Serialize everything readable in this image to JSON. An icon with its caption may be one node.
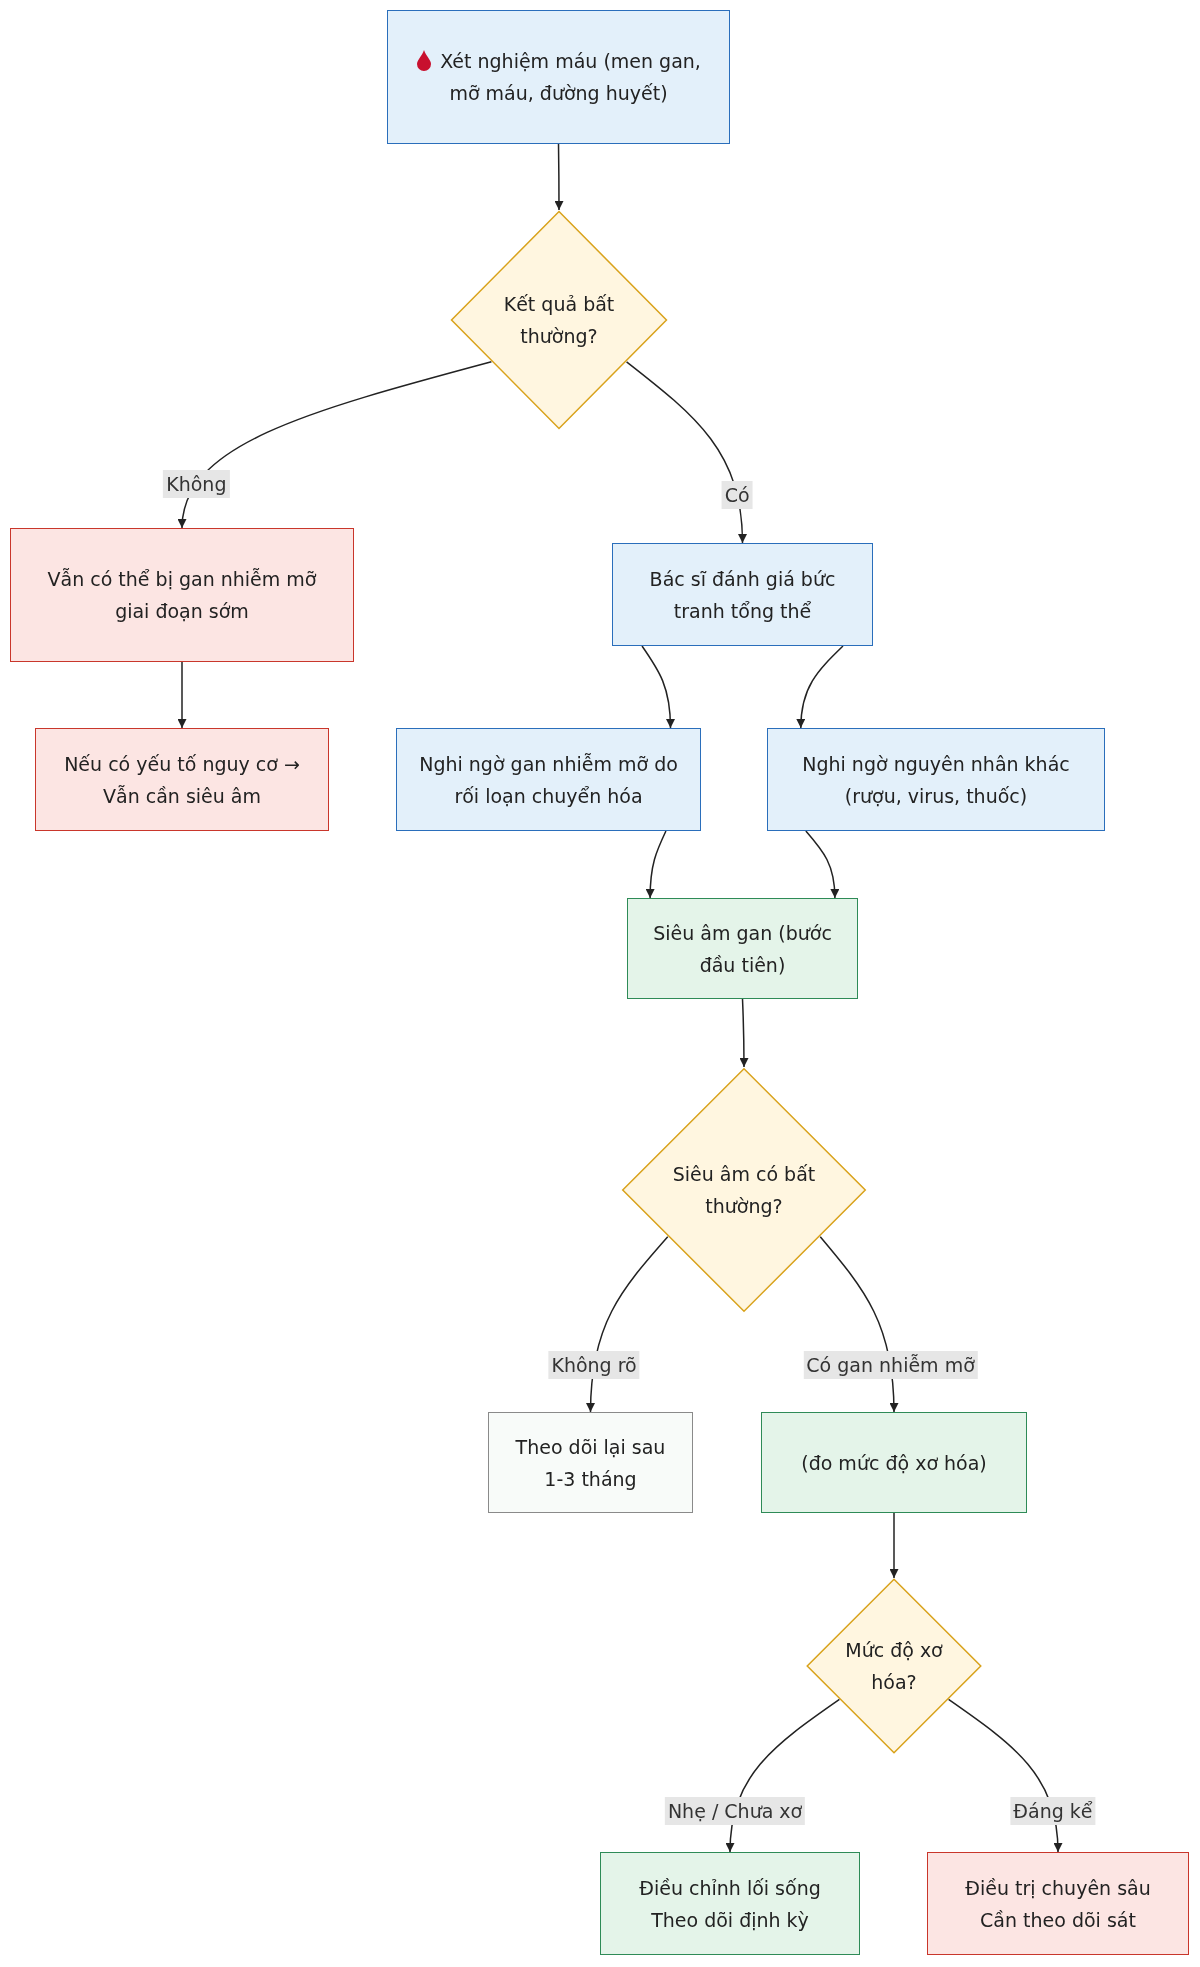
{
  "diagram": {
    "nodes": [
      {
        "text": [
          "Xét nghiệm máu (men gan, mỡ máu, đường huyết)"
        ]
      },
      {
        "text": [
          "Kết quả bất thường?"
        ]
      },
      {
        "text": [
          "Vẫn có thể bị gan nhiễm mỡ giai đoạn sớm"
        ]
      },
      {
        "text": [
          "Bác sĩ đánh giá bức tranh tổng thể"
        ]
      },
      {
        "text": [
          "Nếu có yếu tố nguy cơ → Vẫn cần siêu âm"
        ]
      },
      {
        "text": [
          "Nghi ngờ gan nhiễm mỡ do rối loạn chuyển hóa"
        ]
      },
      {
        "text": [
          "Nghi ngờ nguyên nhân khác (rượu, virus, thuốc)"
        ]
      },
      {
        "text": [
          "Siêu âm gan (bước đầu tiên)"
        ]
      },
      {
        "text": [
          "Siêu âm có bất thường?"
        ]
      },
      {
        "text": [
          "Theo dõi lại sau 1-3 tháng"
        ]
      },
      {
        "text": [
          "(đo mức độ xơ hóa)"
        ]
      },
      {
        "text": [
          "Mức độ xơ hóa?"
        ]
      },
      {
        "text": [
          "Điều chỉnh lối sống Theo dõi định kỳ"
        ]
      },
      {
        "text": [
          "Điều trị chuyên sâu Cần theo dõi sát"
        ]
      }
    ],
    "edges": [
      {
        "from": 0,
        "to": 1,
        "arrow": "to"
      },
      {
        "from": 1,
        "to": 2,
        "arrow": "to",
        "label": "Không"
      },
      {
        "from": 1,
        "to": 3,
        "arrow": "to",
        "label": "Có"
      },
      {
        "from": 2,
        "to": 4,
        "arrow": "to"
      },
      {
        "from": 3,
        "to": 5,
        "arrow": "to"
      },
      {
        "from": 3,
        "to": 6,
        "arrow": "to"
      },
      {
        "from": 5,
        "to": 7,
        "arrow": "to"
      },
      {
        "from": 6,
        "to": 7,
        "arrow": "to"
      },
      {
        "from": 7,
        "to": 8,
        "arrow": "to"
      },
      {
        "from": 8,
        "to": 9,
        "arrow": "to",
        "label": "Không rõ"
      },
      {
        "from": 8,
        "to": 10,
        "arrow": "to",
        "label": "Có gan nhiễm mỡ"
      },
      {
        "from": 10,
        "to": 11,
        "arrow": "to"
      },
      {
        "from": 11,
        "to": 12,
        "arrow": "to",
        "label": "Nhẹ / Chưa xơ"
      },
      {
        "from": 11,
        "to": 13,
        "arrow": "to",
        "label": "Đáng kể"
      }
    ]
  }
}
